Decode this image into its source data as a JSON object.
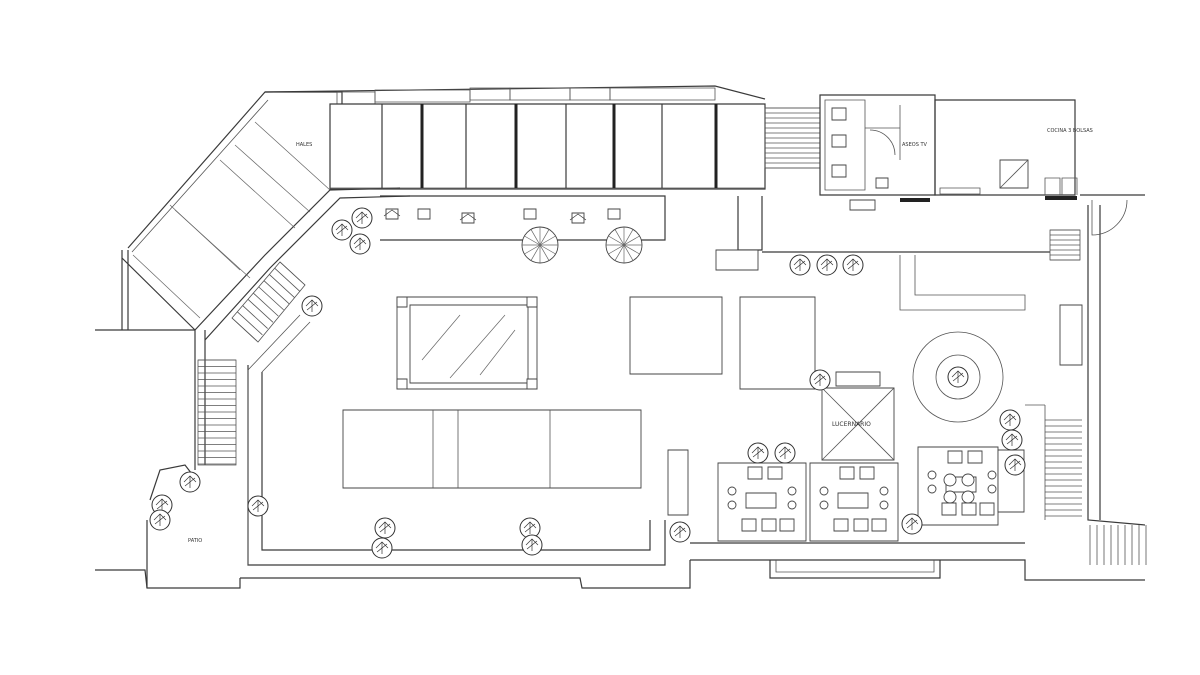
{
  "labels": {
    "top_left_area": "HALES",
    "kitchen": "COCINA 3 BOLSAS",
    "restroom": "ASEOS TV",
    "central_feature": "LUCERNARIO",
    "patio": "PATIO"
  },
  "colors": {
    "line": "#3a3a3a",
    "background": "#ffffff"
  }
}
